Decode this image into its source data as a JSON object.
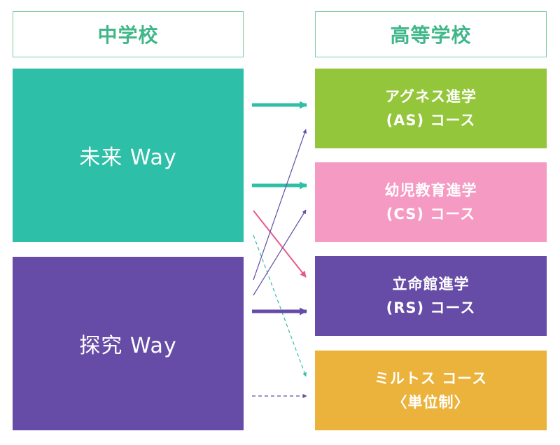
{
  "headers": {
    "junior_high": "中学校",
    "high_school": "高等学校"
  },
  "ways": [
    {
      "label": "未来 Way",
      "color": "#2dbfa7"
    },
    {
      "label": "探究 Way",
      "color": "#664ca6"
    }
  ],
  "courses": [
    {
      "line1": "アグネス進学",
      "line2": "(AS) コース",
      "color": "#93c63a"
    },
    {
      "line1": "幼児教育進学",
      "line2": "(CS) コース",
      "color": "#f59bc3"
    },
    {
      "line1": "立命館進学",
      "line2": "(RS) コース",
      "color": "#664ca6"
    },
    {
      "line1": "ミルトス コース",
      "line2": "〈単位制〉",
      "color": "#ebb33b"
    }
  ],
  "connections": [
    {
      "from": "未来 Way",
      "to": "アグネス進学 (AS) コース",
      "style": "thick",
      "color": "#2dbfa7"
    },
    {
      "from": "未来 Way",
      "to": "幼児教育進学 (CS) コース",
      "style": "thick",
      "color": "#2dbfa7"
    },
    {
      "from": "未来 Way",
      "to": "立命館進学 (RS) コース",
      "style": "medium",
      "color": "#e8588a"
    },
    {
      "from": "未来 Way",
      "to": "ミルトス コース",
      "style": "dashed",
      "color": "#2dbfa7"
    },
    {
      "from": "探究 Way",
      "to": "アグネス進学 (AS) コース",
      "style": "thin",
      "color": "#664ca6"
    },
    {
      "from": "探究 Way",
      "to": "幼児教育進学 (CS) コース",
      "style": "thin",
      "color": "#664ca6"
    },
    {
      "from": "探究 Way",
      "to": "立命館進学 (RS) コース",
      "style": "thick",
      "color": "#664ca6"
    },
    {
      "from": "探究 Way",
      "to": "ミルトス コース",
      "style": "dashed",
      "color": "#664ca6"
    }
  ]
}
